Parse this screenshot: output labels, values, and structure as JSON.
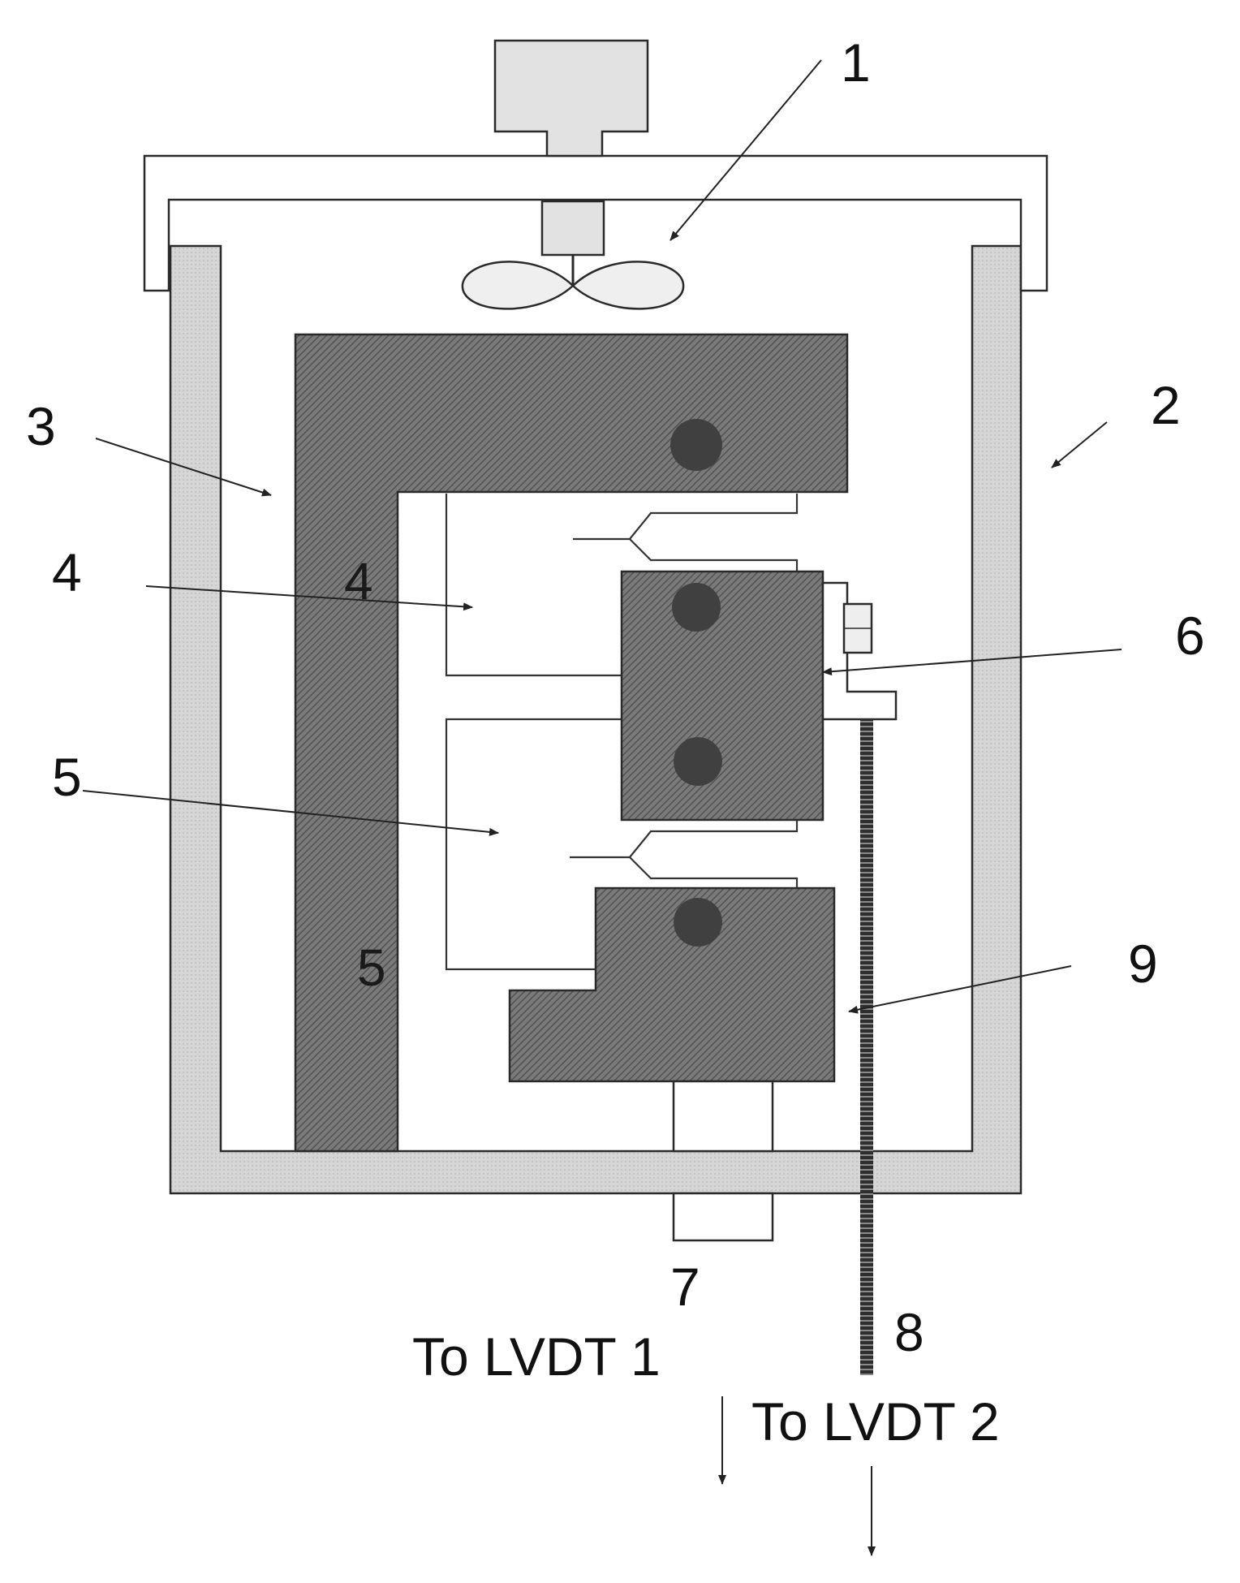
{
  "labels": {
    "fan": "1",
    "chamber_wall": "2",
    "frame": "3",
    "specimen_upper_left": "4",
    "specimen_upper_inner": "4",
    "specimen_lower_left": "5",
    "specimen_lower_inner": "5",
    "middle_block": "6",
    "rod_lvdt1": "7",
    "rod_lvdt2": "8",
    "bottom_block": "9"
  },
  "captions": {
    "lvdt1": "To LVDT 1",
    "lvdt2": "To LVDT 2"
  },
  "colors": {
    "chamber_fill": "#d4d4d4",
    "frame_fill": "#6f6f6f",
    "pin_fill": "#404040",
    "motor_fill": "#e2e2e2",
    "fan_fill": "#efefef"
  }
}
